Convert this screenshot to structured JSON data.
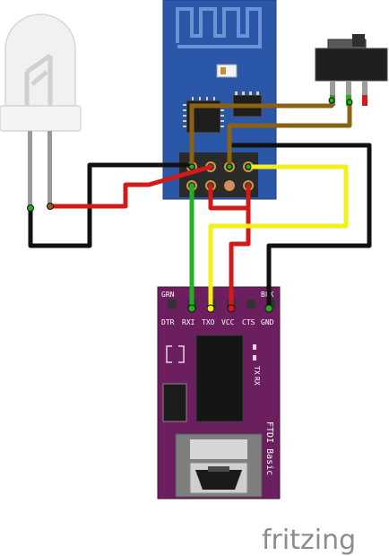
{
  "ftdi": {
    "pins": [
      "DTR",
      "RXI",
      "TXO",
      "VCC",
      "CTS",
      "GND"
    ],
    "corner_left": "GRN",
    "corner_right": "BLK",
    "led_tx": "TX",
    "led_rx": "RX",
    "title": "FTDI Basic"
  },
  "watermark": "fritzing",
  "colors": {
    "ftdi_board": "#6b1f5e",
    "esp_board": "#2a57a8",
    "wire_black": "#111111",
    "wire_red": "#d21a1a",
    "wire_green": "#22b022",
    "wire_yellow": "#f2ef1a",
    "wire_brown": "#8a6214"
  }
}
